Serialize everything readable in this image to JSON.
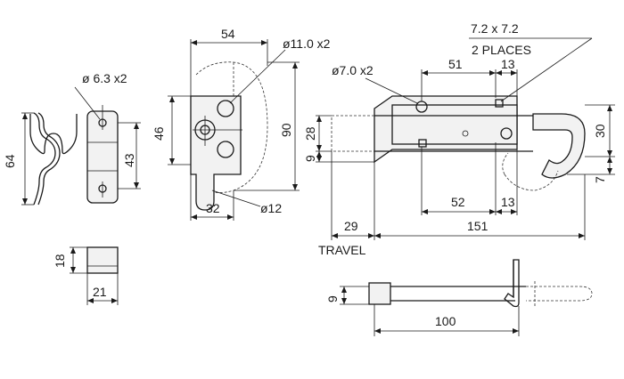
{
  "dims": {
    "d64": "64",
    "d54": "54",
    "hole11": "ø11.0 x2",
    "hole63": "ø 6.3 x2",
    "d46": "46",
    "d43": "43",
    "d90": "90",
    "d32": "32",
    "d12": "ø12",
    "d18": "18",
    "d21": "21",
    "sq72": "7.2 x 7.2",
    "places": "2 PLACES",
    "hole70": "ø7.0 x2",
    "d51": "51",
    "d13a": "13",
    "d28": "28",
    "d9a": "9",
    "d30": "30",
    "d7": "7",
    "d52": "52",
    "d13b": "13",
    "d29": "29",
    "d151": "151",
    "travel": "TRAVEL",
    "d9b": "9",
    "d100": "100"
  }
}
